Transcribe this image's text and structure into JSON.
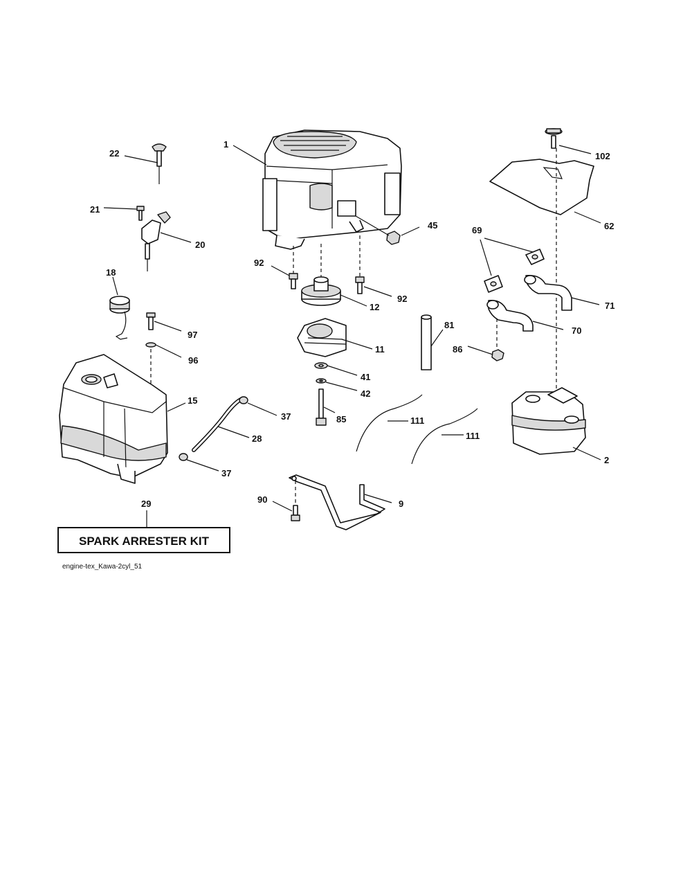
{
  "callouts": {
    "c1": "1",
    "c2": "2",
    "c9": "9",
    "c11": "11",
    "c12": "12",
    "c15": "15",
    "c18": "18",
    "c20": "20",
    "c21": "21",
    "c22": "22",
    "c28": "28",
    "c29": "29",
    "c37a": "37",
    "c37b": "37",
    "c41": "41",
    "c42": "42",
    "c45": "45",
    "c62": "62",
    "c69": "69",
    "c70": "70",
    "c71": "71",
    "c81": "81",
    "c85": "85",
    "c86": "86",
    "c90": "90",
    "c92a": "92",
    "c92b": "92",
    "c96": "96",
    "c97": "97",
    "c102": "102",
    "c111a": "111",
    "c111b": "111"
  },
  "kit_label": "SPARK ARRESTER KIT",
  "reference": "engine-tex_Kawa-2cyl_51"
}
